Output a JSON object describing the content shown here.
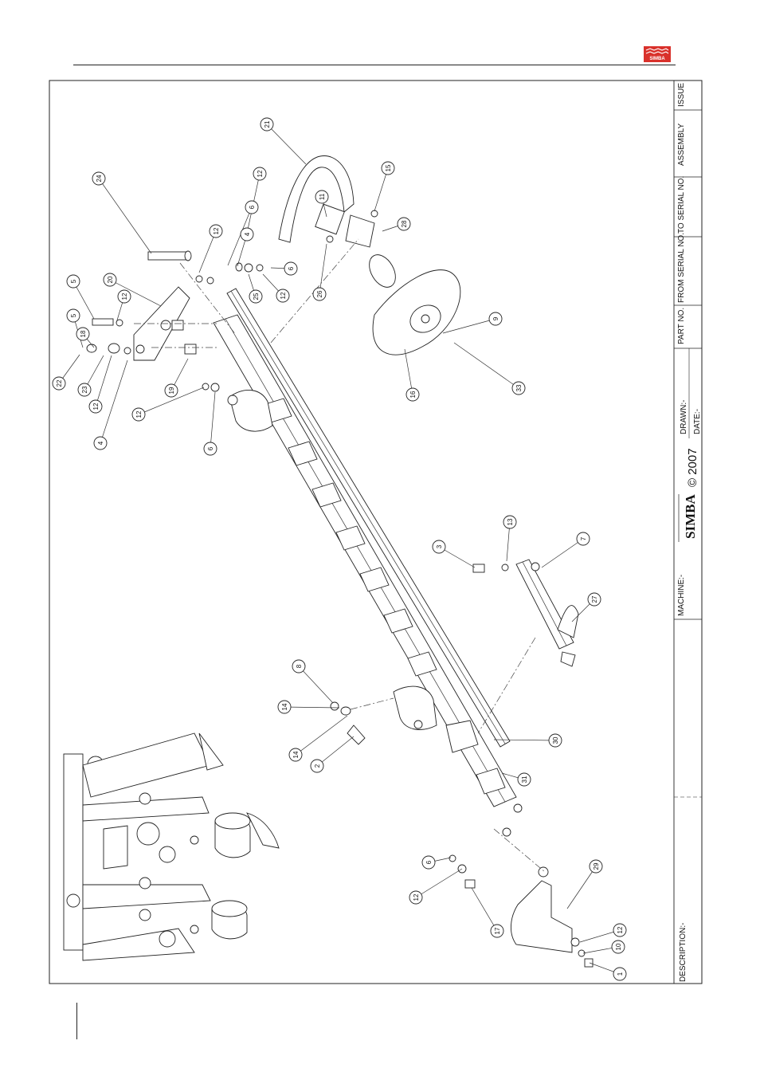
{
  "header": {
    "brand_text": "SIMBA",
    "brand_color": "#d9312b"
  },
  "title_block": {
    "issue_label": "ISSUE",
    "assembly_label": "ASSEMBLY",
    "to_serial_label": "TO SERIAL NO.",
    "from_serial_label": "FROM SERIAL NO.",
    "part_no_label": "PART NO.",
    "drawn_label": "DRAWN:-",
    "date_label": "DATE:-",
    "logo_text": "SIMBA",
    "copyright": "© 2007",
    "machine_label": "MACHINE:-",
    "description_label": "DESCRIPTION:-"
  },
  "callouts": [
    "1",
    "2",
    "3",
    "4",
    "5",
    "6",
    "7",
    "8",
    "9",
    "10",
    "11",
    "12",
    "13",
    "14",
    "15",
    "16",
    "17",
    "18",
    "19",
    "20",
    "21",
    "22",
    "23",
    "24",
    "25",
    "26",
    "27",
    "28",
    "29",
    "30",
    "31",
    "33"
  ]
}
